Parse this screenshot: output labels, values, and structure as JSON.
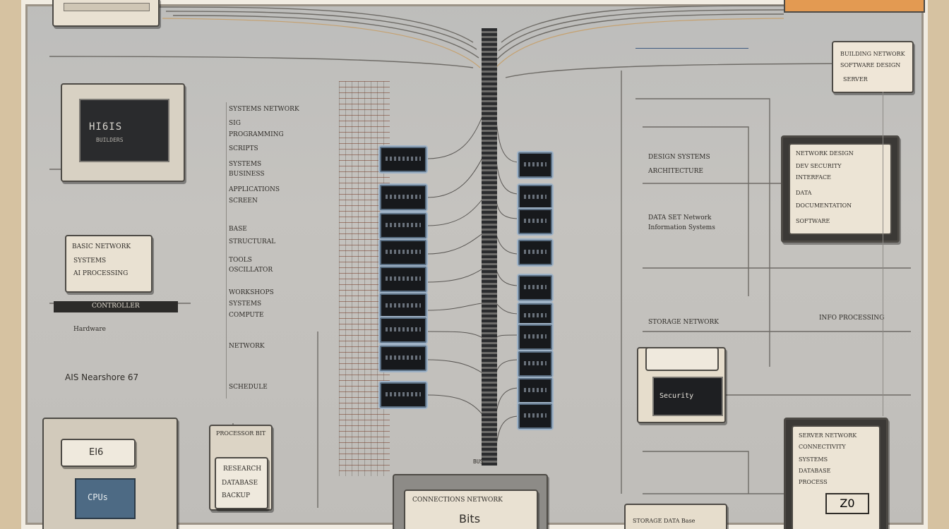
{
  "left_panel": {
    "monitor_title": "HI6IS",
    "monitor_sub": "BUILDERS",
    "list": [
      "SYSTEMS NETWORK",
      "SIG",
      "PROGRAMMING",
      "SCRIPTS",
      "SYSTEMS",
      "BUSINESS",
      "APPLICATIONS",
      "SCREEN",
      "BASE",
      "STRUCTURAL",
      "TOOLS",
      "OSCILLATOR",
      "WORKSHOPS",
      "SYSTEMS",
      "COMPUTE",
      "NETWORK",
      "SCHEDULE"
    ],
    "side_box": [
      "BASIC NETWORK",
      "SYSTEMS",
      "AI PROCESSING"
    ],
    "side_caption": "CONTROLLER",
    "side_sub": "Hardware",
    "axis_note": "AIS Nearshore 67",
    "bottom_display": "EI6",
    "bottom_screen": "CPUs",
    "mid_box": [
      "RESEARCH",
      "DATABASE",
      "BACKUP"
    ],
    "mid_box_title": "PROCESSOR BIT"
  },
  "right_panel": {
    "notes_top": [
      "BUILDING NETWORK",
      "SOFTWARE DESIGN",
      "SERVER"
    ],
    "terminal": [
      "NETWORK DESIGN",
      "DEV SECURITY",
      "INTERFACE",
      "DATA",
      "DOCUMENTATION",
      "SOFTWARE"
    ],
    "text_block_1": [
      "DESIGN SYSTEMS",
      "ARCHITECTURE"
    ],
    "text_block_2": [
      "DATA SET Network",
      "Information Systems"
    ],
    "storage_label": "STORAGE NETWORK",
    "interface_label": "INFO PROCESSING",
    "drive_screen": "Security",
    "bottom_card": [
      "SERVER NETWORK",
      "CONNECTIVITY",
      "SYSTEMS",
      "DATABASE",
      "PROCESS"
    ],
    "bottom_card_code": "Z0",
    "bottom_center_label": "STORAGE DATA Base"
  },
  "center": {
    "console_title": "CONNECTIONS NETWORK",
    "console_main": "Bits",
    "bus_label": "BUS"
  }
}
